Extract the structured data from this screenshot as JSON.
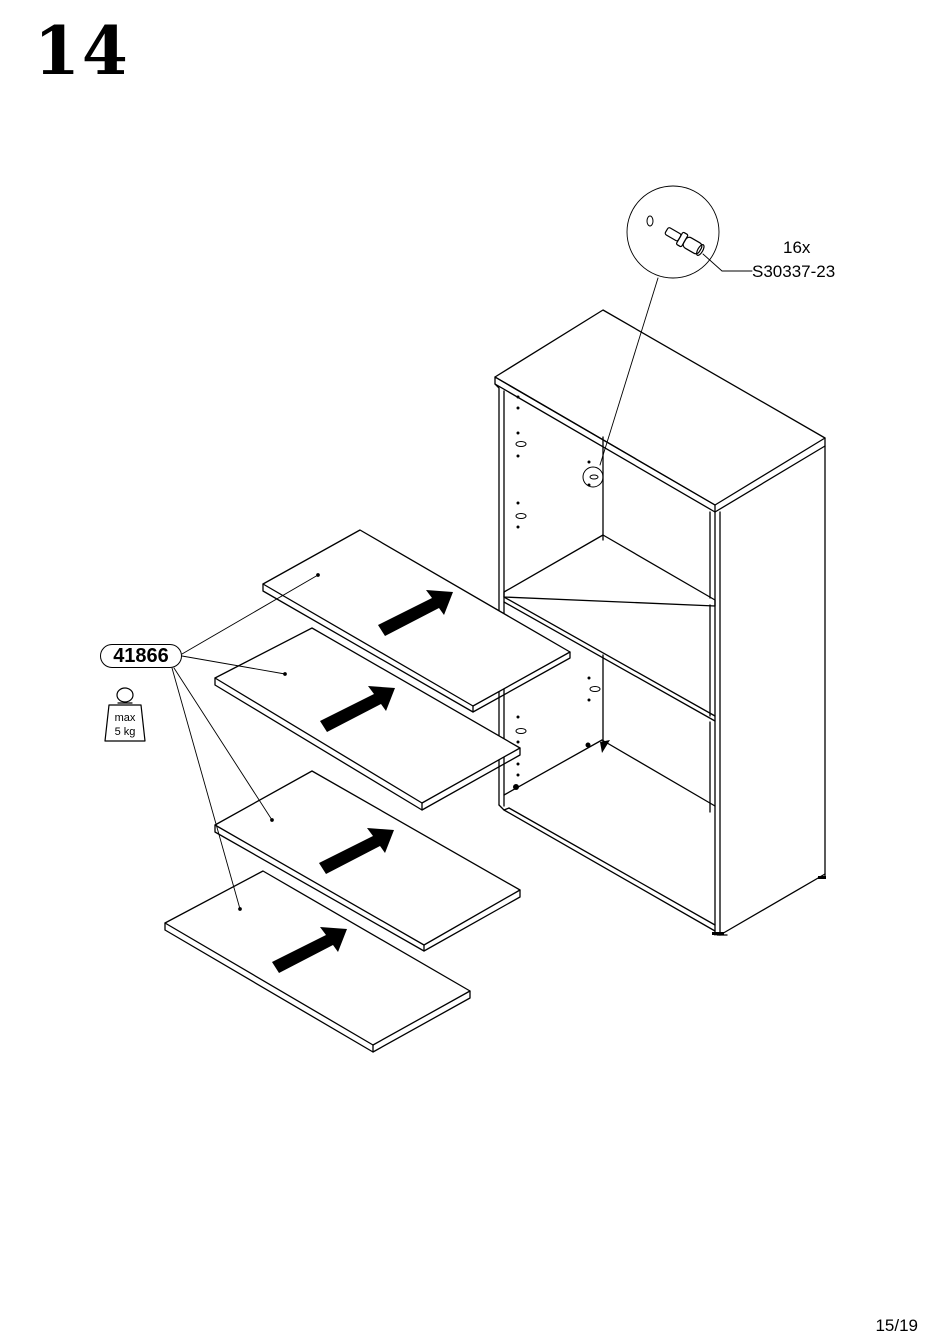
{
  "step": {
    "number": "14"
  },
  "hardware": {
    "quantity": "16x",
    "part_number": "S30337-23"
  },
  "shelf_part": {
    "part_number": "41866"
  },
  "weight_limit": {
    "line1": "max",
    "line2": "5 kg"
  },
  "footer": {
    "page": "15/19"
  }
}
